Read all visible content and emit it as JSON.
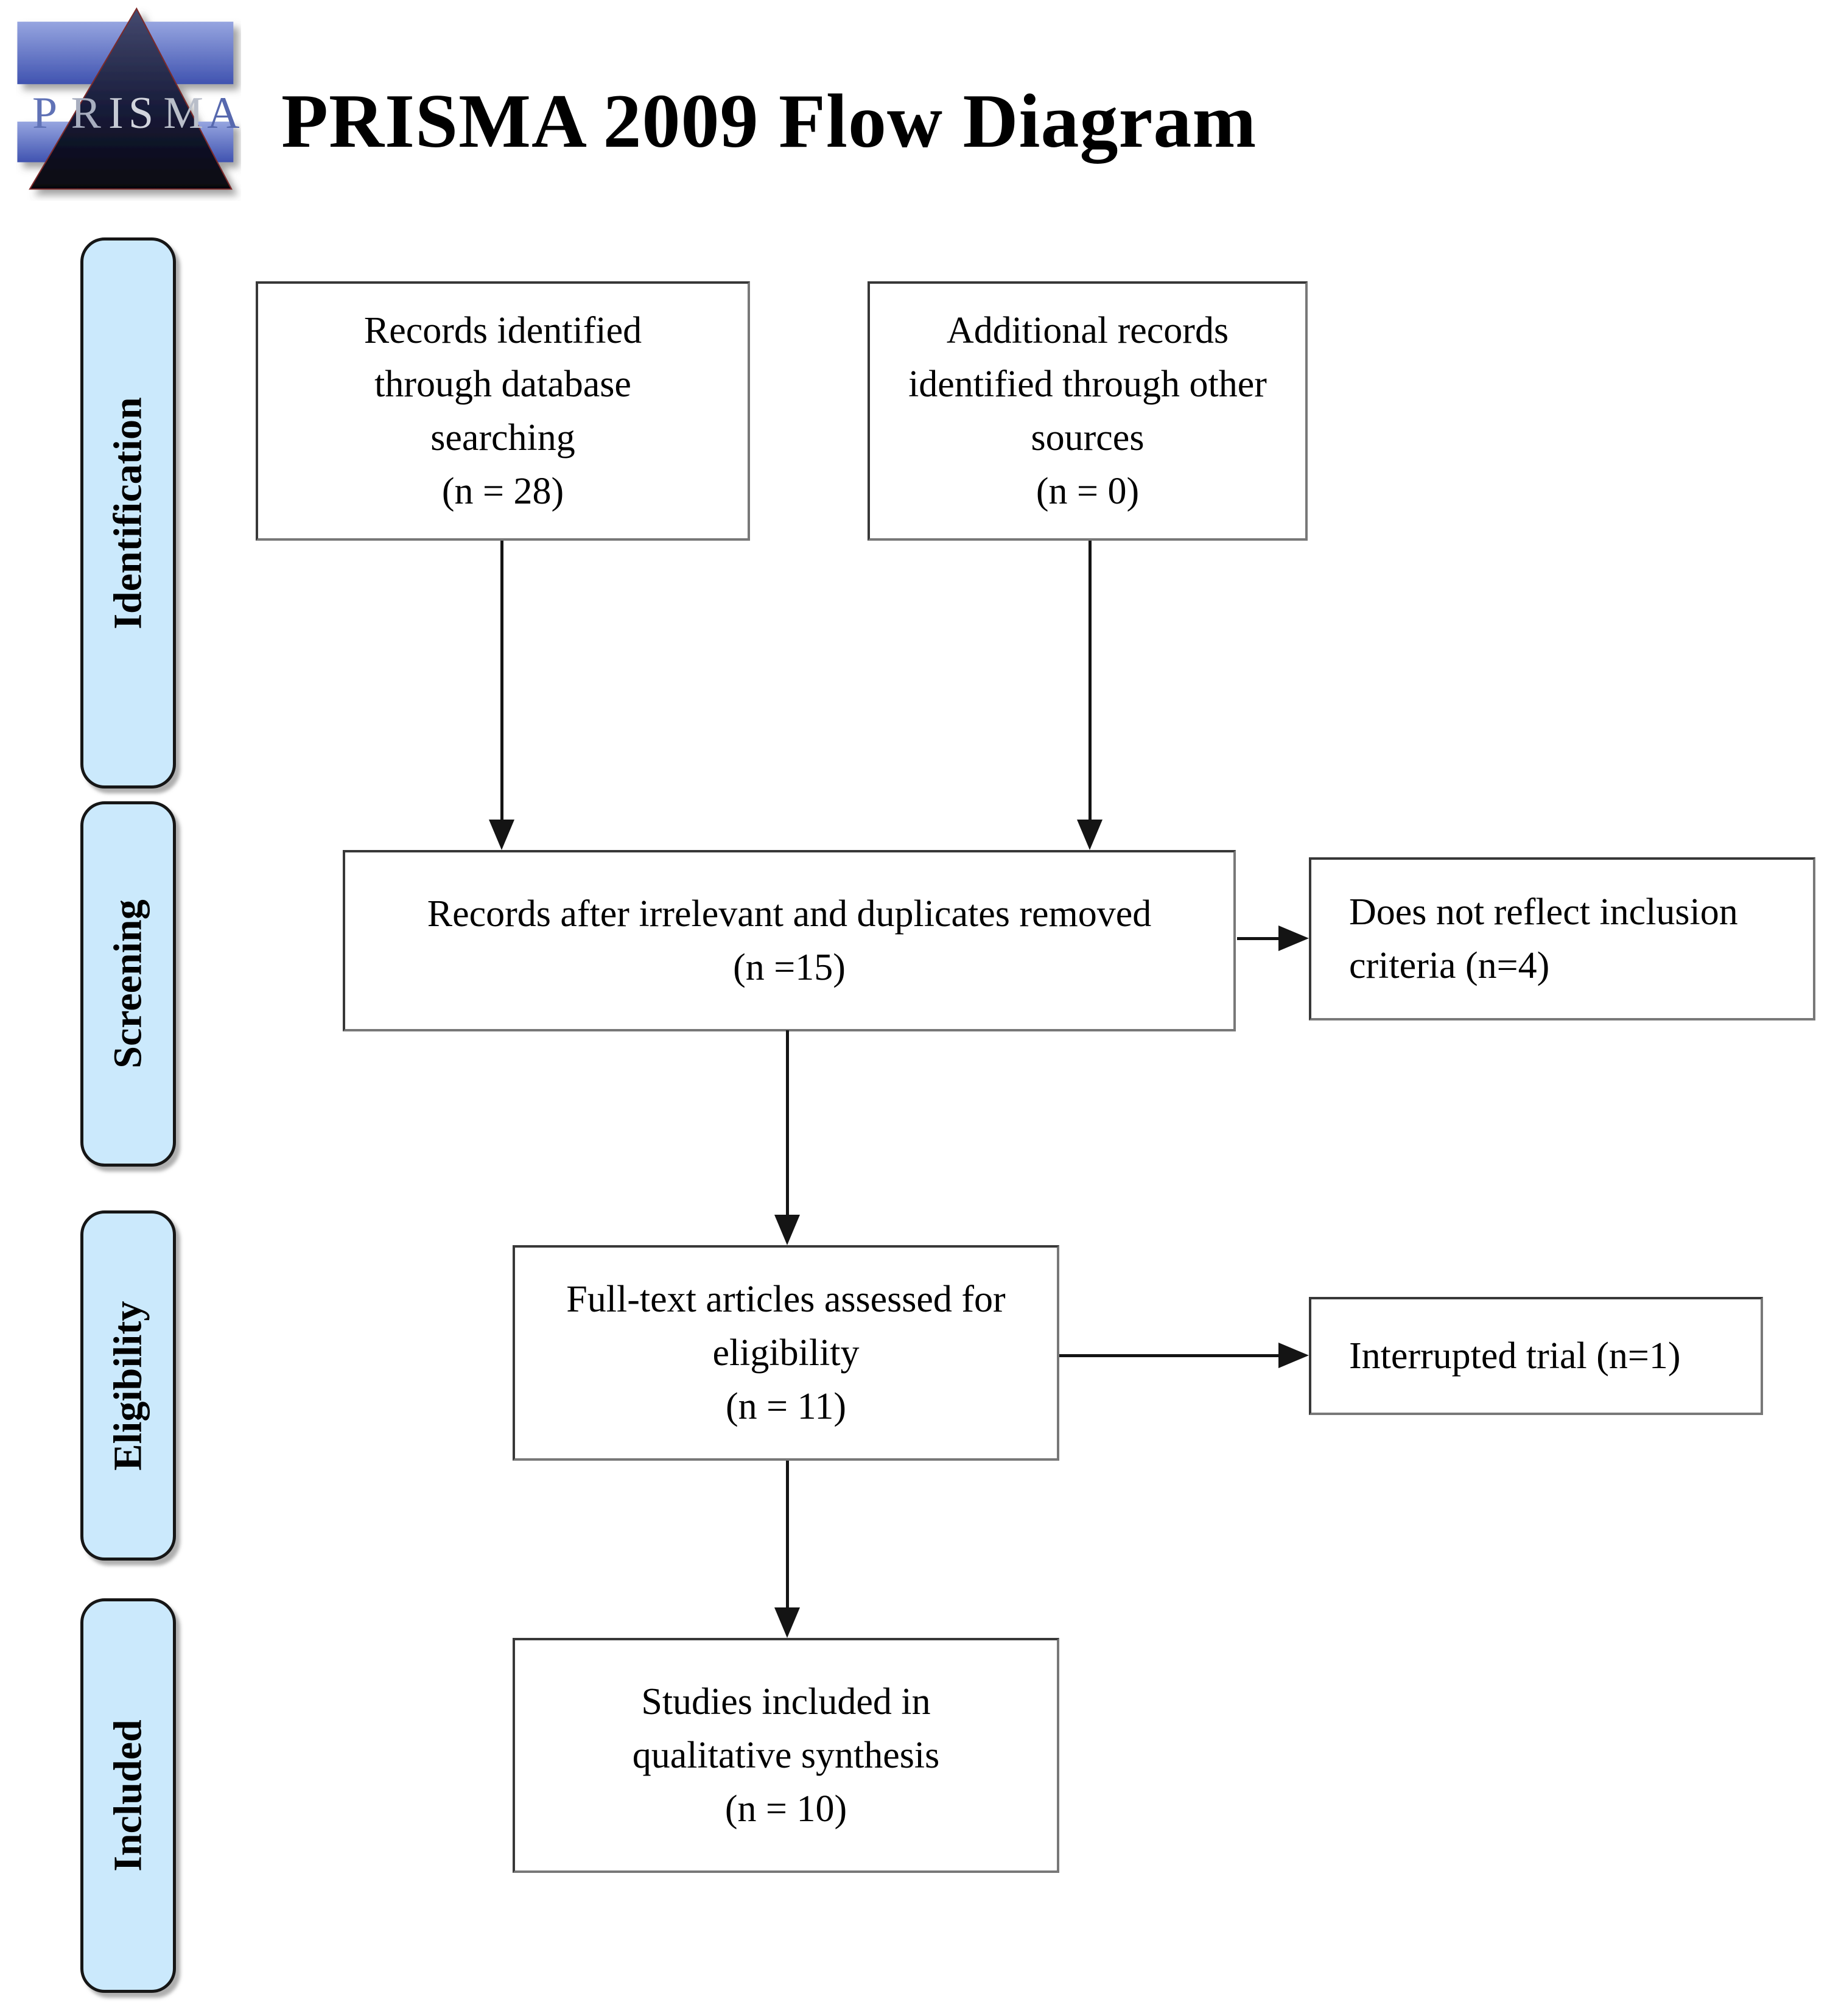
{
  "header": {
    "title": "PRISMA 2009 Flow Diagram"
  },
  "logo": {
    "letters": [
      "P",
      "R",
      "I",
      "S",
      "M",
      "A"
    ]
  },
  "sidebar": {
    "labels": [
      "Identification",
      "Screening",
      "Eligibility",
      "Included"
    ]
  },
  "boxes": {
    "records_identified": {
      "lines": [
        "Records identified",
        "through database",
        "searching",
        "(n = 28)"
      ]
    },
    "additional_records": {
      "lines": [
        "Additional records",
        "identified through other",
        "sources",
        "(n = 0)"
      ]
    },
    "records_after_removed": {
      "lines": [
        "Records after irrelevant and duplicates removed",
        "(n =15)"
      ]
    },
    "not_inclusion_criteria": {
      "lines": [
        "Does not reflect inclusion",
        "criteria (n=4)"
      ]
    },
    "fulltext_assessed": {
      "lines": [
        "Full-text articles assessed for",
        "eligibility",
        "(n = 11)"
      ]
    },
    "interrupted_trial": {
      "lines": [
        "Interrupted trial (n=1)"
      ]
    },
    "studies_included": {
      "lines": [
        "Studies included in",
        "qualitative synthesis",
        "(n = 10)"
      ]
    }
  },
  "colors": {
    "sidebar_fill": "#cbe9fc",
    "box_border": "#383838",
    "arrow": "#141414",
    "logo_blue_light": "#8a9ade",
    "logo_blue_dark": "#4053b0",
    "logo_triangle_top": "#454a70",
    "logo_triangle_bottom": "#06060f"
  }
}
